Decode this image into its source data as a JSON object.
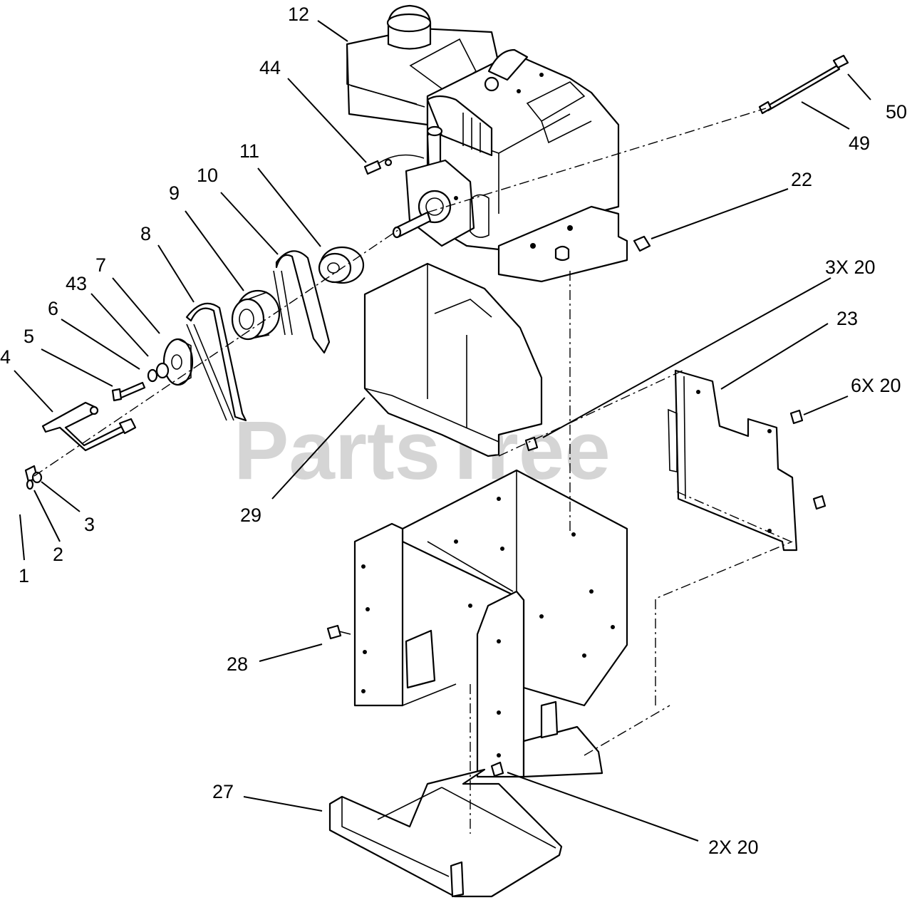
{
  "watermark": "PartsTree",
  "callouts": [
    {
      "id": "c12",
      "text": "12"
    },
    {
      "id": "c44",
      "text": "44"
    },
    {
      "id": "c50",
      "text": "50"
    },
    {
      "id": "c49",
      "text": "49"
    },
    {
      "id": "c11",
      "text": "11"
    },
    {
      "id": "c10",
      "text": "10"
    },
    {
      "id": "c9",
      "text": "9"
    },
    {
      "id": "c22",
      "text": "22"
    },
    {
      "id": "c8",
      "text": "8"
    },
    {
      "id": "c7",
      "text": "7"
    },
    {
      "id": "c43",
      "text": "43"
    },
    {
      "id": "c3x20",
      "text": "3X 20"
    },
    {
      "id": "c6",
      "text": "6"
    },
    {
      "id": "c23",
      "text": "23"
    },
    {
      "id": "c5",
      "text": "5"
    },
    {
      "id": "c4",
      "text": "4"
    },
    {
      "id": "c6x20",
      "text": "6X 20"
    },
    {
      "id": "c29",
      "text": "29"
    },
    {
      "id": "c3",
      "text": "3"
    },
    {
      "id": "c2",
      "text": "2"
    },
    {
      "id": "c1",
      "text": "1"
    },
    {
      "id": "c28",
      "text": "28"
    },
    {
      "id": "c27",
      "text": "27"
    },
    {
      "id": "c2x20",
      "text": "2X 20"
    }
  ],
  "colors": {
    "ink": "#000000",
    "paper": "#ffffff",
    "watermark": "#000000"
  }
}
